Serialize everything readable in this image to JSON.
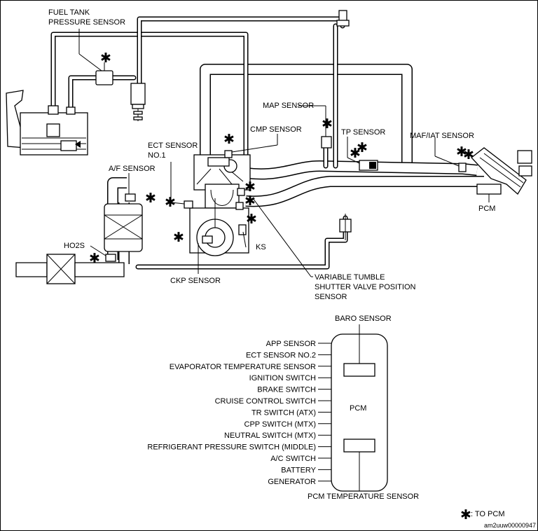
{
  "labels": {
    "fuel_tank_pressure_sensor": [
      "FUEL TANK",
      "PRESSURE SENSOR"
    ],
    "map_sensor": "MAP SENSOR",
    "cmp_sensor": "CMP SENSOR",
    "tp_sensor": "TP SENSOR",
    "maf_iat_sensor": "MAF/IAT SENSOR",
    "ect_sensor_no1": [
      "ECT SENSOR",
      "NO.1"
    ],
    "af_sensor": "A/F SENSOR",
    "pcm_engine": "PCM",
    "ho2s": "HO2S",
    "ks": "KS",
    "ckp_sensor": "CKP SENSOR",
    "vts_valve_position_sensor": [
      "VARIABLE TUMBLE",
      "SHUTTER VALVE POSITION",
      "SENSOR"
    ]
  },
  "pcm_block": {
    "baro_sensor": "BARO SENSOR",
    "pcm_label": "PCM",
    "pcm_temperature_sensor": "PCM TEMPERATURE SENSOR",
    "inputs": [
      "APP SENSOR",
      "ECT SENSOR NO.2",
      "EVAPORATOR TEMPERATURE SENSOR",
      "IGNITION SWITCH",
      "BRAKE SWITCH",
      "CRUISE CONTROL SWITCH",
      "TR SWITCH (ATX)",
      "CPP SWITCH (MTX)",
      "NEUTRAL SWITCH (MTX)",
      "REFRIGERANT PRESSURE SWITCH (MIDDLE)",
      "A/C SWITCH",
      "BATTERY",
      "GENERATOR"
    ]
  },
  "legend": {
    "symbol": "✱",
    "text": ": TO PCM"
  },
  "figure_code": "am2uuw00000947"
}
